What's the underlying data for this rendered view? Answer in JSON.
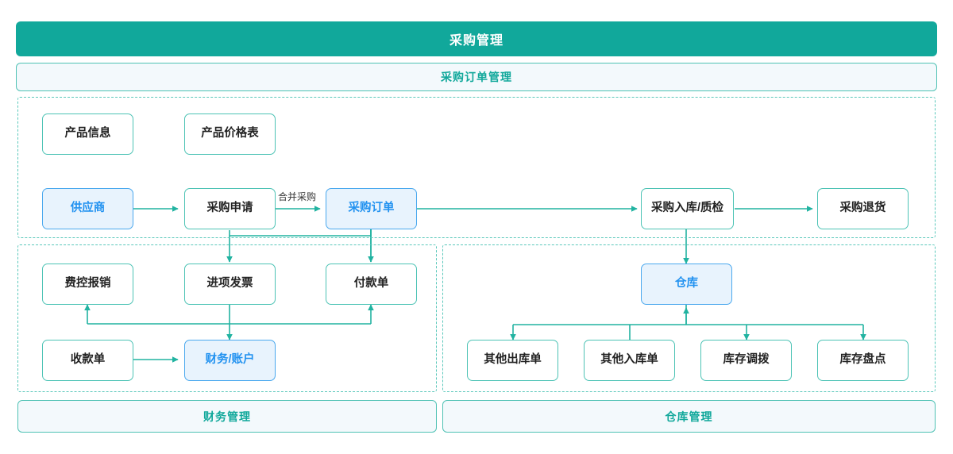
{
  "banner": {
    "title": "采购管理"
  },
  "subtitle": {
    "label": "采购订单管理"
  },
  "footers": [
    {
      "label": "财务管理"
    },
    {
      "label": "仓库管理"
    }
  ],
  "nodes": {
    "product_info": {
      "label": "产品信息",
      "style": "green"
    },
    "product_price_list": {
      "label": "产品价格表",
      "style": "green"
    },
    "supplier": {
      "label": "供应商",
      "style": "blue"
    },
    "purchase_request": {
      "label": "采购申请",
      "style": "green"
    },
    "purchase_order": {
      "label": "采购订单",
      "style": "blue"
    },
    "purchase_receipt_qc": {
      "label": "采购入库/质检",
      "style": "green"
    },
    "purchase_return": {
      "label": "采购退货",
      "style": "green"
    },
    "expense_reimbursement": {
      "label": "费控报销",
      "style": "green"
    },
    "input_invoice": {
      "label": "进项发票",
      "style": "green"
    },
    "payment_voucher": {
      "label": "付款单",
      "style": "green"
    },
    "receipt_voucher": {
      "label": "收款单",
      "style": "green"
    },
    "finance_account": {
      "label": "财务/账户",
      "style": "blue"
    },
    "warehouse": {
      "label": "仓库",
      "style": "blue"
    },
    "other_outbound": {
      "label": "其他出库单",
      "style": "green"
    },
    "other_inbound": {
      "label": "其他入库单",
      "style": "green"
    },
    "stock_transfer": {
      "label": "库存调拨",
      "style": "green"
    },
    "stock_count": {
      "label": "库存盘点",
      "style": "green"
    }
  },
  "edge_labels": {
    "merge_purchase": "合并采购"
  },
  "colors": {
    "banner_teal": "#11a89b",
    "line_teal": "#21b3a1",
    "node_green_border": "#4dc3b5",
    "node_blue_border": "#4aa8ee",
    "node_blue_fill": "#e8f3fd",
    "node_blue_text": "#2292f0",
    "dash_border": "#5bc8bb",
    "pale_fill": "#f3f9fc"
  }
}
